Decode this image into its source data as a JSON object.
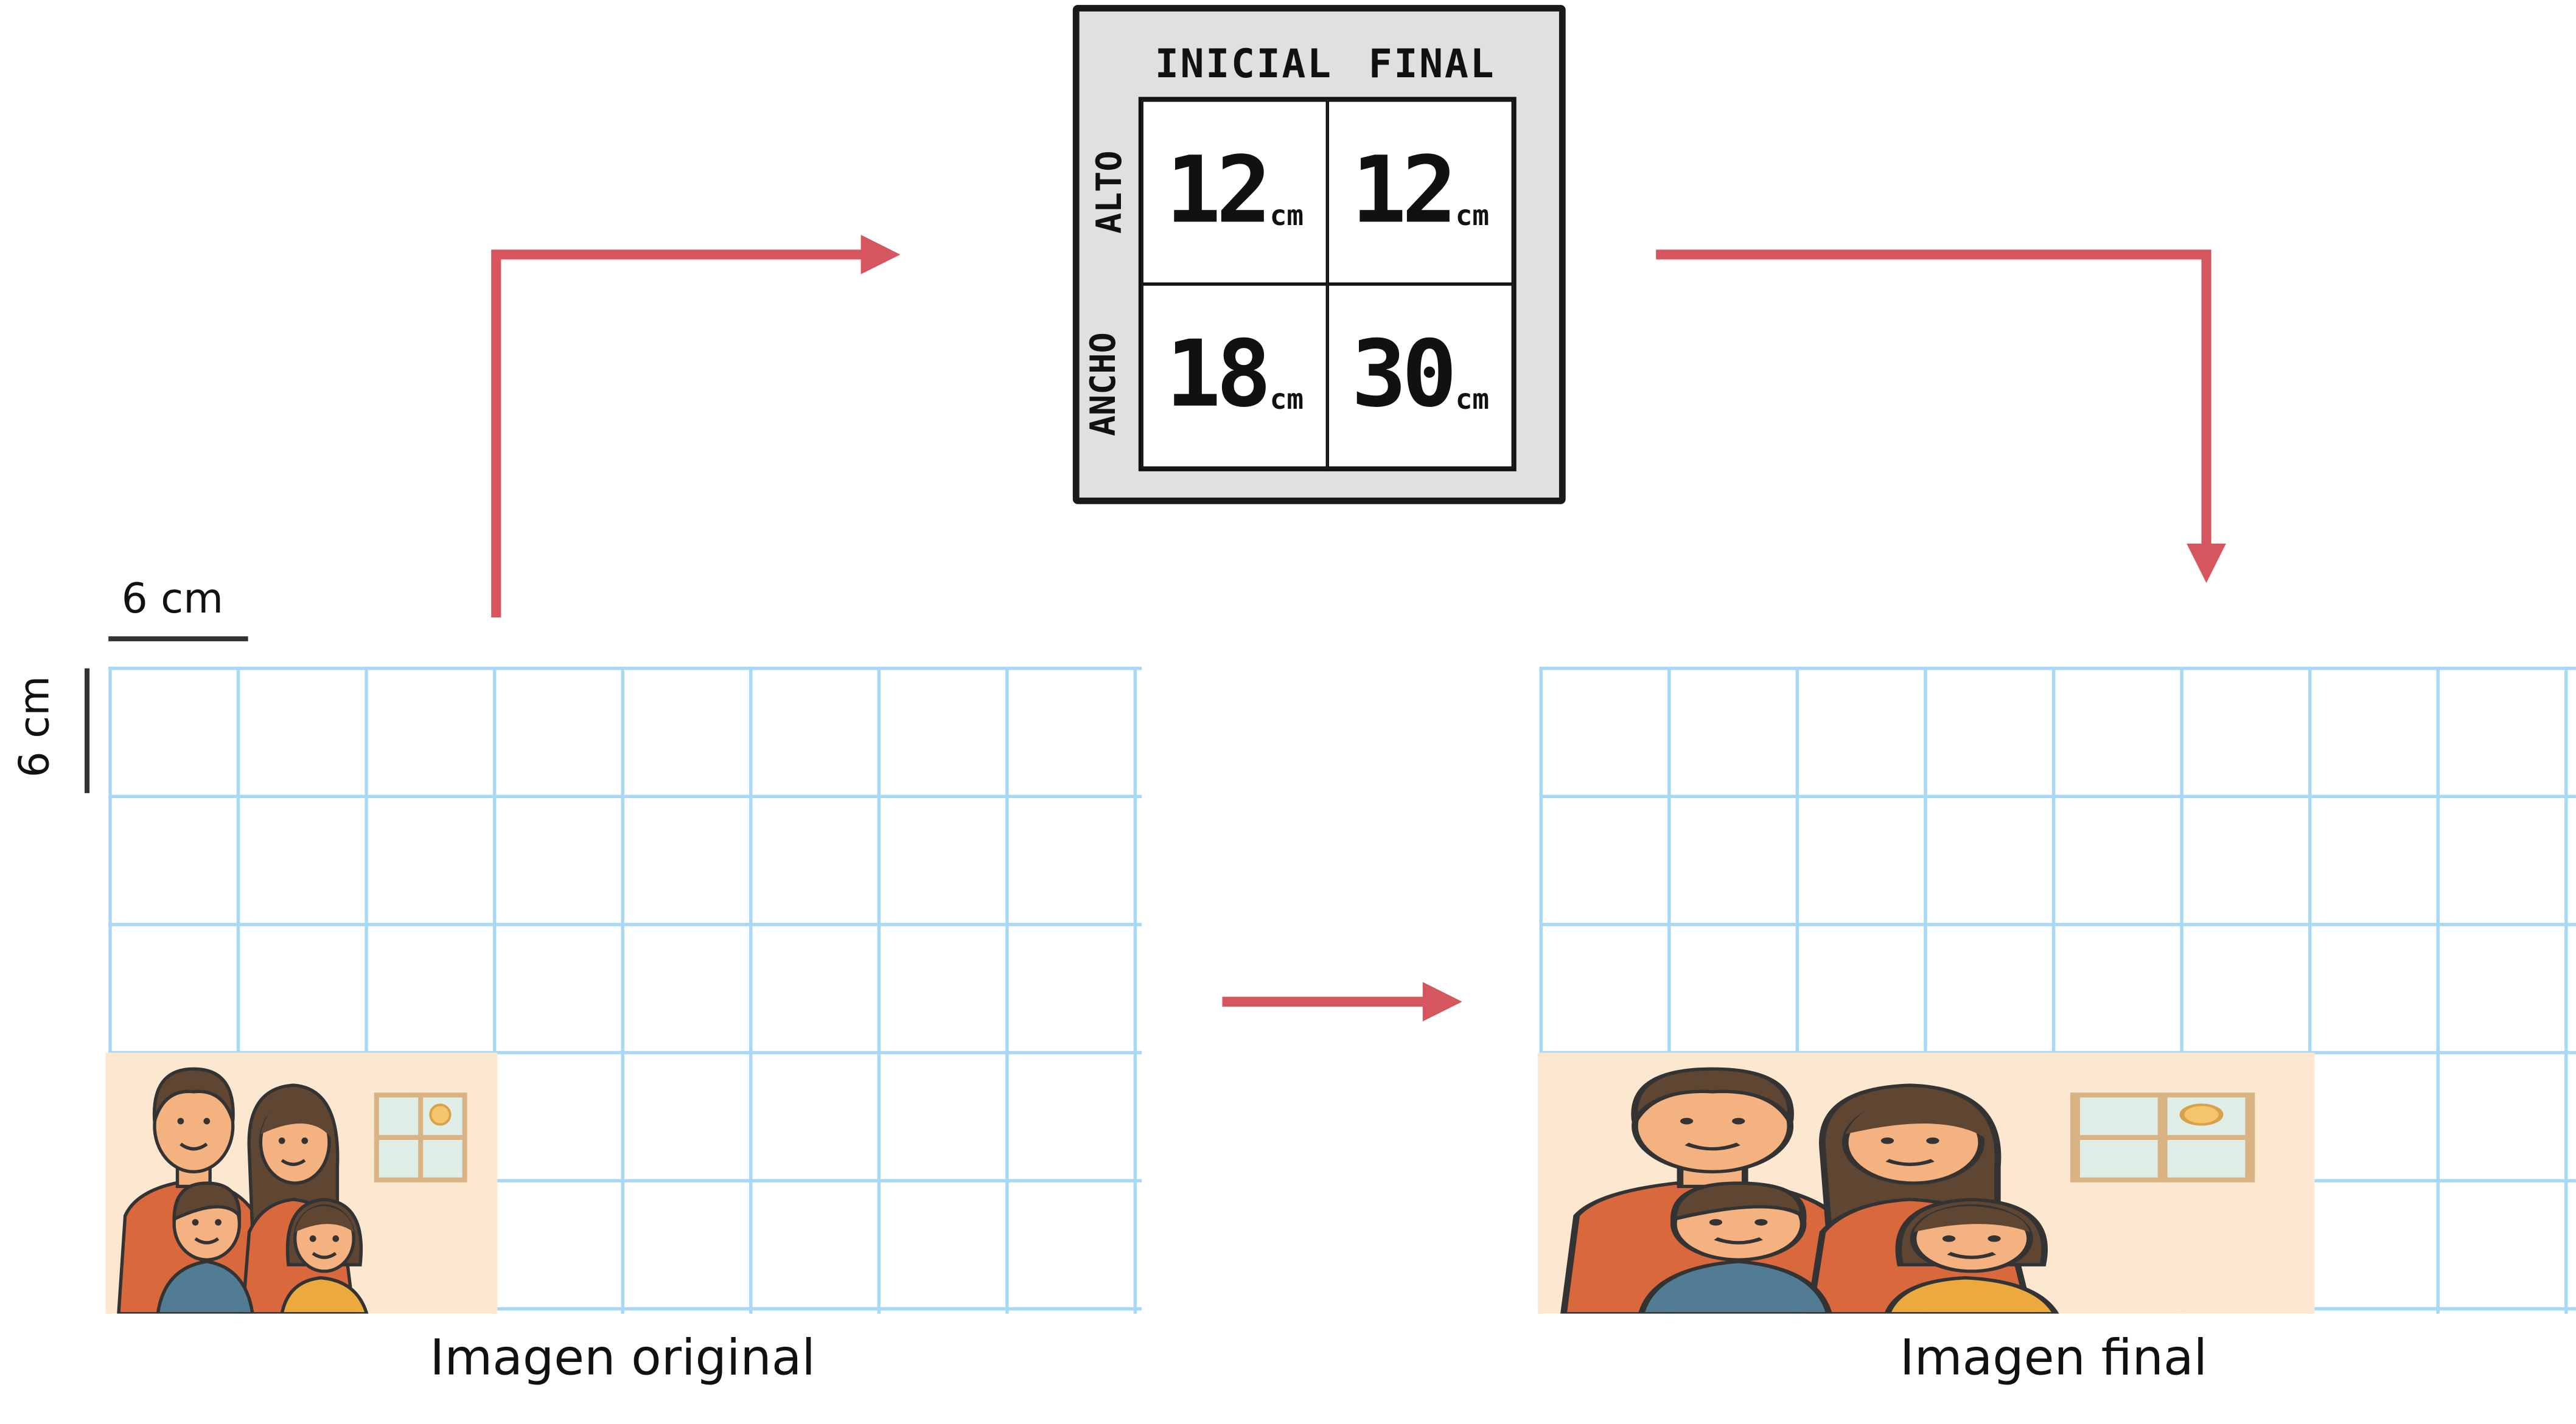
{
  "table": {
    "col_headers": [
      "INICIAL",
      "FINAL"
    ],
    "row_headers": [
      "ALTO",
      "ANCHO"
    ],
    "rows": [
      {
        "inicial": "12",
        "final": "12"
      },
      {
        "inicial": "18",
        "final": "30"
      }
    ],
    "unit": "cm"
  },
  "scale": {
    "horizontal_label": "6 cm",
    "vertical_label": "6 cm"
  },
  "captions": {
    "original": "Imagen original",
    "final": "Imagen final"
  },
  "colors": {
    "arrow": "#d6565f",
    "grid": "#a9d8f7",
    "photo_bg": "#fce8d0",
    "table_bg": "#e0e0e0"
  }
}
